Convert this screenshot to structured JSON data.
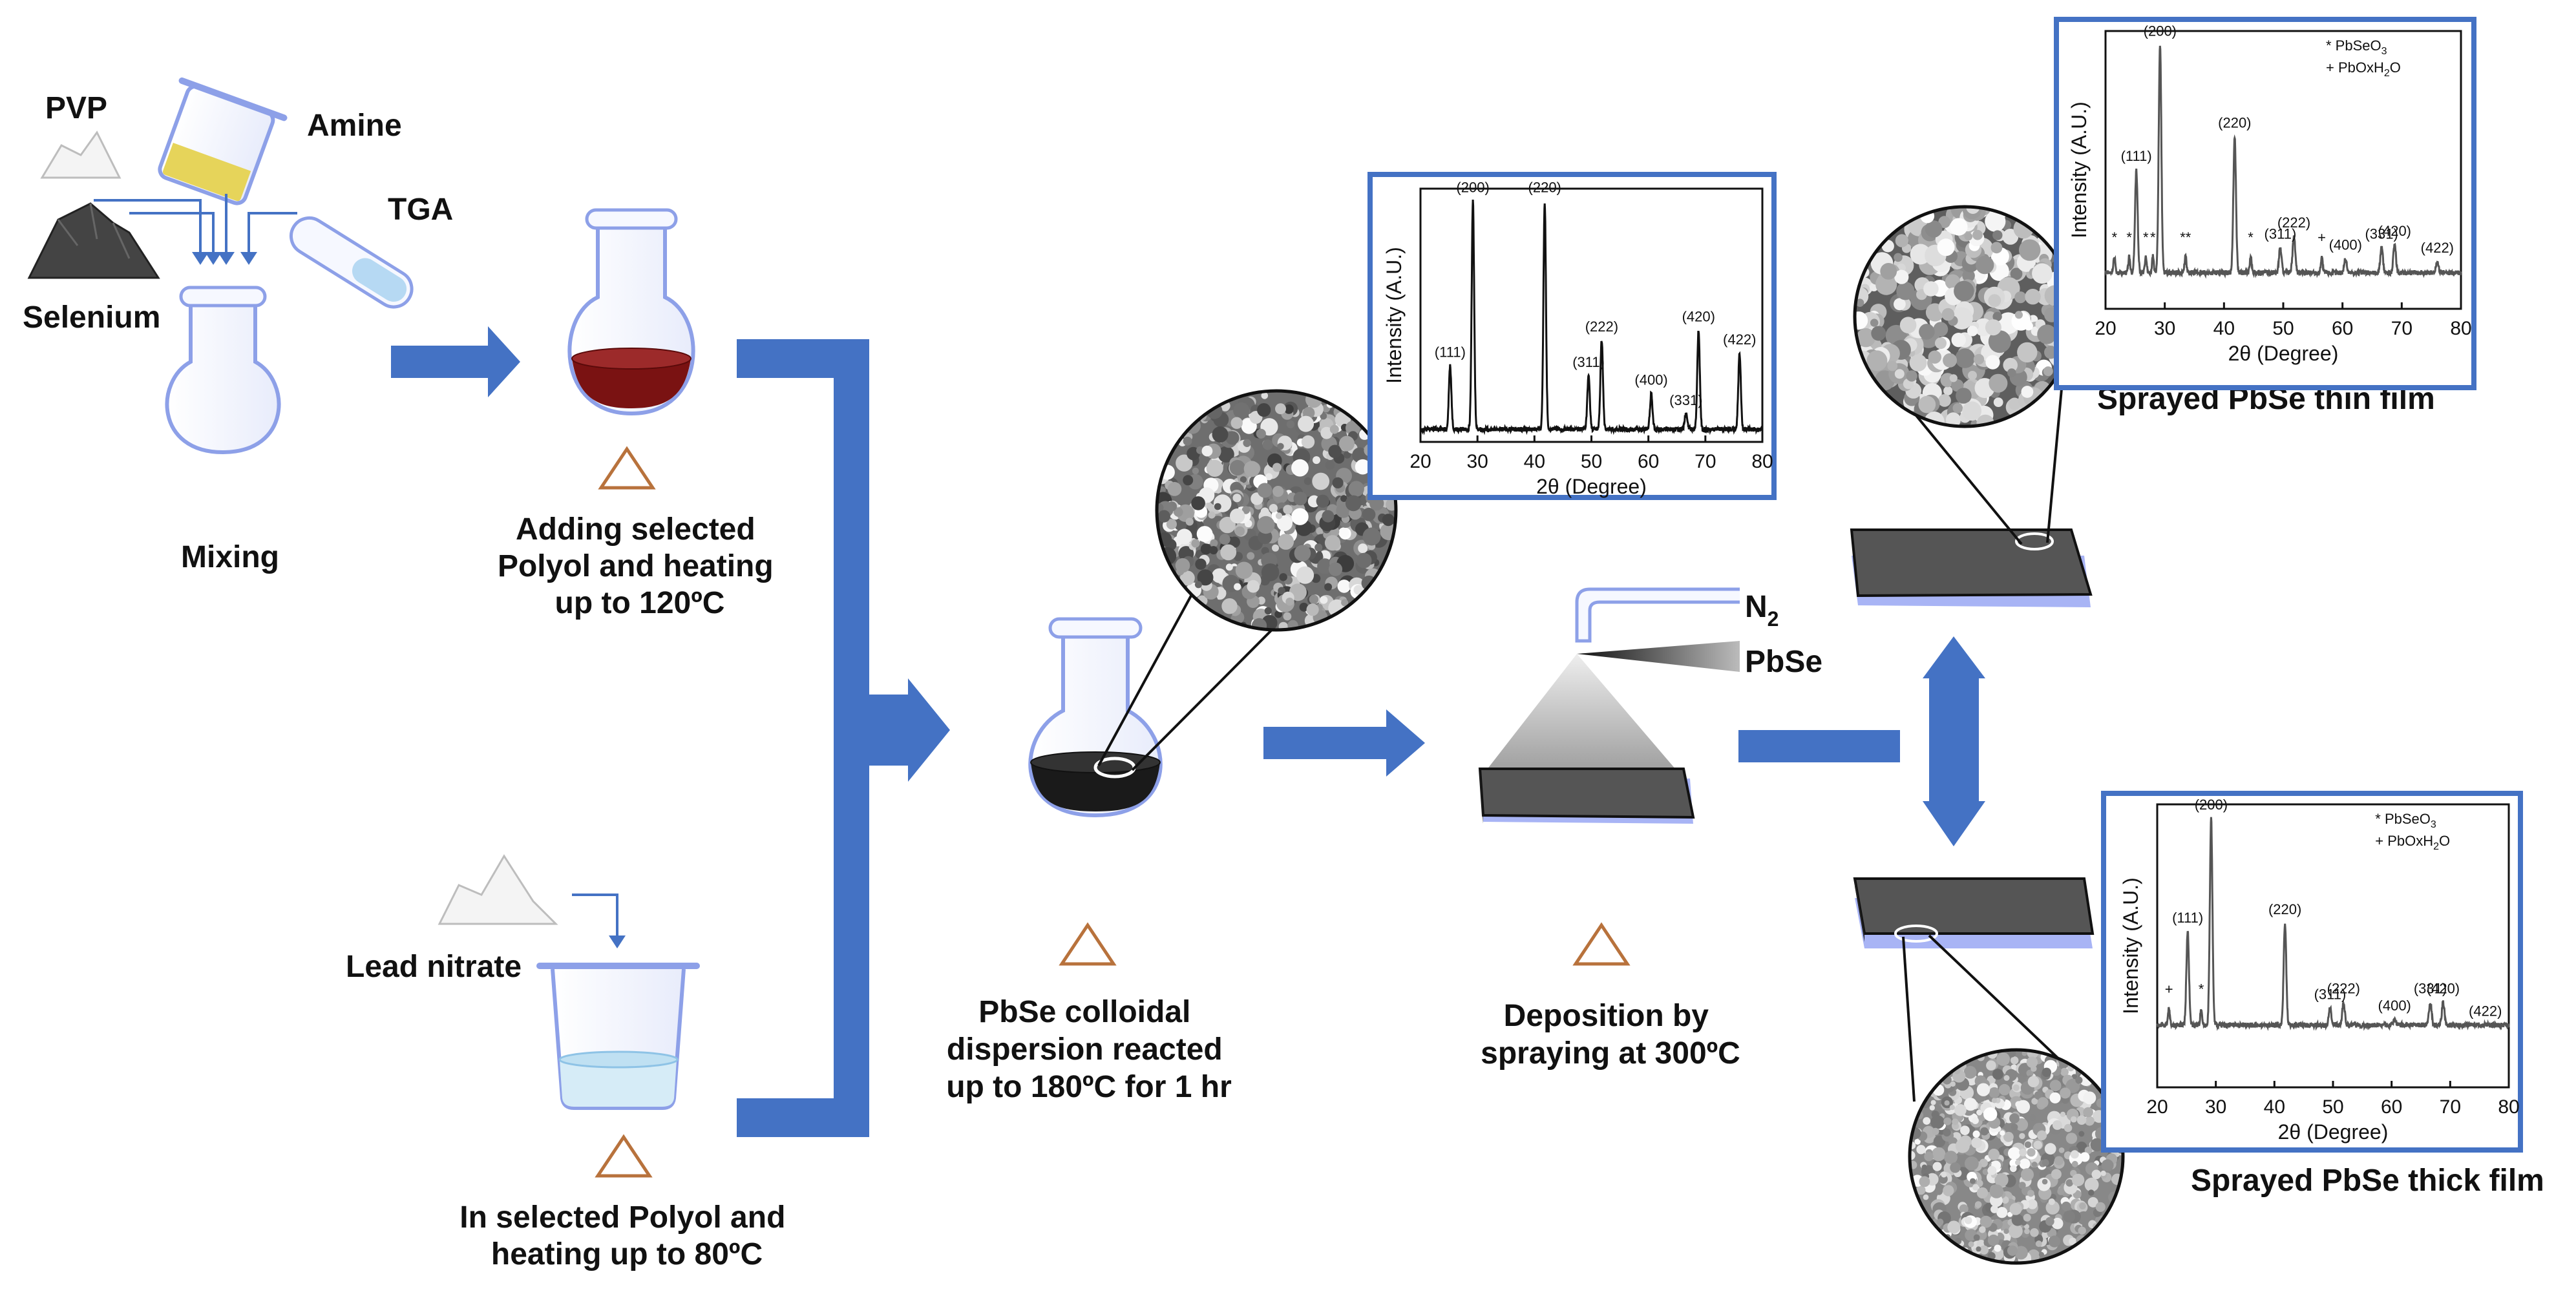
{
  "reagents": {
    "pvp": "PVP",
    "amine": "Amine",
    "tga": "TGA",
    "selenium": "Selenium",
    "lead_nitrate": "Lead nitrate"
  },
  "steps": {
    "mixing": "Mixing",
    "polyol_heat": [
      "Adding selected",
      "Polyol and heating",
      "up to 120ºC"
    ],
    "lead_polyol": [
      "In selected Polyol and",
      "heating up to 80ºC"
    ],
    "colloid": [
      "PbSe colloidal",
      "dispersion reacted",
      "up to 180ºC for 1 hr"
    ],
    "deposition": [
      "Deposition by",
      "spraying at 300ºC"
    ]
  },
  "spray": {
    "gas_base": "N",
    "gas_sub": "2",
    "material": "PbSe"
  },
  "films": {
    "thin": "Sprayed PbSe thin film",
    "thick": "Sprayed PbSe thick film"
  },
  "colors": {
    "arrow": "#4472c4",
    "flask_outline": "#8da0e8",
    "red_solution": "#7a1212",
    "black_solution": "#1a1a1a",
    "film_gray": "#555555",
    "substrate_blue": "#a8b4f5",
    "heat_symbol": "#b8723c"
  },
  "chart_data": [
    {
      "type": "line",
      "title": "",
      "xlabel": "2θ (Degree)",
      "ylabel": "Intensity (A.U.)",
      "xlim": [
        20,
        80
      ],
      "xticks": [
        20,
        30,
        40,
        50,
        60,
        70,
        80
      ],
      "baseline": 0.05,
      "peaks": [
        {
          "x": 25.2,
          "y": 0.3,
          "label": "(111)"
        },
        {
          "x": 29.2,
          "y": 0.95,
          "label": "(200)"
        },
        {
          "x": 41.8,
          "y": 0.95,
          "label": "(220)"
        },
        {
          "x": 49.5,
          "y": 0.26,
          "label": "(311)"
        },
        {
          "x": 51.8,
          "y": 0.4,
          "label": "(222)"
        },
        {
          "x": 60.5,
          "y": 0.19,
          "label": "(400)"
        },
        {
          "x": 66.6,
          "y": 0.11,
          "label": "(331)"
        },
        {
          "x": 68.8,
          "y": 0.44,
          "label": "(420)"
        },
        {
          "x": 76.0,
          "y": 0.35,
          "label": "(422)"
        }
      ],
      "legend": []
    },
    {
      "type": "line",
      "title": "",
      "xlabel": "2θ (Degree)",
      "ylabel": "Intensity (A.U.)",
      "xlim": [
        20,
        80
      ],
      "xticks": [
        20,
        30,
        40,
        50,
        60,
        70,
        80
      ],
      "baseline": 0.13,
      "peaks": [
        {
          "x": 25.2,
          "y": 0.5,
          "label": "(111)"
        },
        {
          "x": 29.2,
          "y": 0.95,
          "label": "(200)"
        },
        {
          "x": 41.8,
          "y": 0.62,
          "label": "(220)"
        },
        {
          "x": 49.5,
          "y": 0.22,
          "label": "(311)"
        },
        {
          "x": 51.8,
          "y": 0.26,
          "label": "(222)"
        },
        {
          "x": 60.5,
          "y": 0.18,
          "label": "(400)"
        },
        {
          "x": 66.6,
          "y": 0.22,
          "label": "(331)"
        },
        {
          "x": 68.8,
          "y": 0.23,
          "label": "(420)"
        },
        {
          "x": 76.0,
          "y": 0.17,
          "label": "(422)"
        }
      ],
      "markers": [
        {
          "x": 21.5,
          "symbol": "*"
        },
        {
          "x": 24.0,
          "symbol": "*"
        },
        {
          "x": 26.8,
          "symbol": "*"
        },
        {
          "x": 28.0,
          "symbol": "*"
        },
        {
          "x": 33.5,
          "symbol": "**"
        },
        {
          "x": 44.5,
          "symbol": "*"
        },
        {
          "x": 56.5,
          "symbol": "+"
        }
      ],
      "legend": [
        {
          "symbol": "*",
          "base": "PbSeO",
          "sub": "3",
          "rest": ""
        },
        {
          "symbol": "+",
          "base": "PbOxH",
          "sub": "2",
          "rest": "O"
        }
      ]
    },
    {
      "type": "line",
      "title": "",
      "xlabel": "2θ (Degree)",
      "ylabel": "Intensity (A.U.)",
      "xlim": [
        20,
        80
      ],
      "xticks": [
        20,
        30,
        40,
        50,
        60,
        70,
        80
      ],
      "baseline": 0.22,
      "peaks": [
        {
          "x": 25.2,
          "y": 0.55,
          "label": "(111)"
        },
        {
          "x": 29.2,
          "y": 0.95,
          "label": "(200)"
        },
        {
          "x": 41.8,
          "y": 0.58,
          "label": "(220)"
        },
        {
          "x": 49.5,
          "y": 0.28,
          "label": "(311)"
        },
        {
          "x": 51.8,
          "y": 0.3,
          "label": "(222)"
        },
        {
          "x": 60.5,
          "y": 0.24,
          "label": "(400)"
        },
        {
          "x": 66.6,
          "y": 0.3,
          "label": "(331)"
        },
        {
          "x": 68.8,
          "y": 0.3,
          "label": "(420)"
        },
        {
          "x": 76.0,
          "y": 0.22,
          "label": "(422)"
        }
      ],
      "markers": [
        {
          "x": 22.0,
          "symbol": "+"
        },
        {
          "x": 27.5,
          "symbol": "*"
        }
      ],
      "legend": [
        {
          "symbol": "*",
          "base": "PbSeO",
          "sub": "3",
          "rest": ""
        },
        {
          "symbol": "+",
          "base": "PbOxH",
          "sub": "2",
          "rest": "O"
        }
      ]
    }
  ]
}
